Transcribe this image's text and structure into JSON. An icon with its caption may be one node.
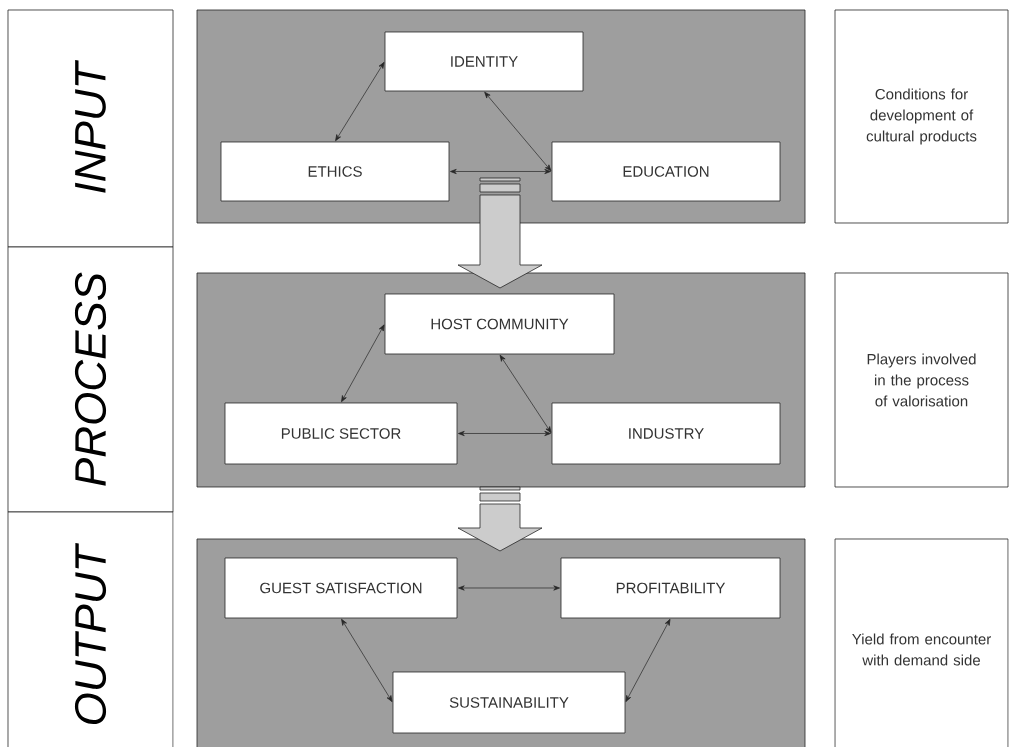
{
  "diagram": {
    "nodes": [
      {
        "text": [
          "INPUT"
        ]
      },
      {
        "text": [],
        "shape": "box"
      },
      {
        "text": [
          "IDENTITY"
        ],
        "in": 1
      },
      {
        "text": [
          "ETHICS"
        ],
        "in": 1
      },
      {
        "text": [
          "EDUCATION"
        ],
        "in": 1
      },
      {
        "text": [
          "Conditions for development of cultural products"
        ]
      },
      {
        "text": [
          "PROCESS"
        ]
      },
      {
        "text": [],
        "shape": "box"
      },
      {
        "text": [
          "HOST COMMUNITY"
        ],
        "in": 7
      },
      {
        "text": [
          "PUBLIC SECTOR"
        ],
        "in": 7
      },
      {
        "text": [
          "INDUSTRY"
        ],
        "in": 7
      },
      {
        "text": [
          "Players involved in the process of valorisation"
        ]
      },
      {
        "text": [
          "OUTPUT"
        ]
      },
      {
        "text": [],
        "shape": "box"
      },
      {
        "text": [
          "GUEST SATISFACTION"
        ],
        "in": 13
      },
      {
        "text": [
          "PROFITABILITY"
        ],
        "in": 13
      },
      {
        "text": [
          "SUSTAINABILITY"
        ],
        "in": 13
      },
      {
        "text": [
          "Yield from encounter with demand side"
        ]
      }
    ],
    "edges": [
      {
        "from": 2,
        "to": 3,
        "arrow": "both"
      },
      {
        "from": 2,
        "to": 4,
        "arrow": "both"
      },
      {
        "from": 3,
        "to": 4,
        "arrow": "both"
      },
      {
        "from": 1,
        "to": 7,
        "arrow": "to",
        "style": "thick"
      },
      {
        "from": 8,
        "to": 9,
        "arrow": "both"
      },
      {
        "from": 8,
        "to": 10,
        "arrow": "both"
      },
      {
        "from": 9,
        "to": 10,
        "arrow": "both"
      },
      {
        "from": 7,
        "to": 13,
        "arrow": "to",
        "style": "thick"
      },
      {
        "from": 14,
        "to": 15,
        "arrow": "both"
      },
      {
        "from": 14,
        "to": 16,
        "arrow": "both"
      },
      {
        "from": 15,
        "to": 16,
        "arrow": "both"
      }
    ]
  }
}
